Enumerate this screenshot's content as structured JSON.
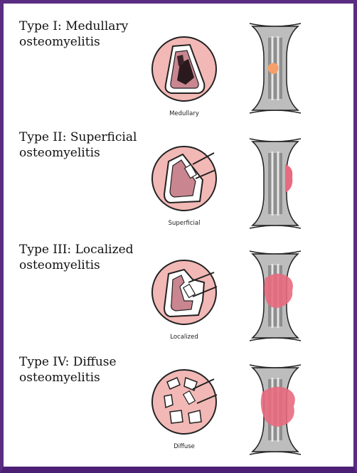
{
  "types": [
    {
      "title_line1": "Type I: Medullary",
      "title_line2": "osteomyelitis",
      "caption": "Medullary"
    },
    {
      "title_line1": "Type II: Superficial",
      "title_line2": "osteomyelitis",
      "caption": "Superficial"
    },
    {
      "title_line1": "Type III: Localized",
      "title_line2": "osteomyelitis",
      "caption": "Localized"
    },
    {
      "title_line1": "Type IV: Diffuse",
      "title_line2": "osteomyelitis",
      "caption": "Diffuse"
    }
  ],
  "colors": {
    "frame": "#5a2d82",
    "cross_section_fill": "#f2b8b5",
    "infection": "#e86a80",
    "medullary_focus": "#f5a06a",
    "bone_gray": "#9a9a9a"
  }
}
